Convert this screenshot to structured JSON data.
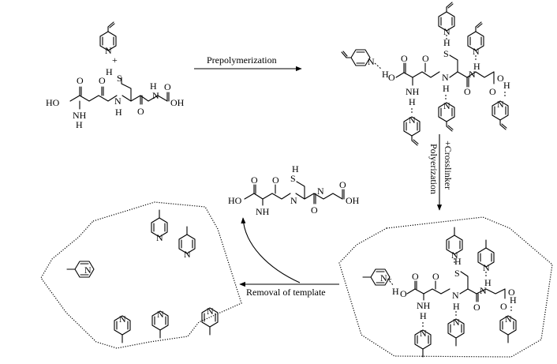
{
  "labels": {
    "prepolymerization": "Prepolymerization",
    "crosslinker": "+Crosslinker",
    "polymerization": "Polyerization",
    "removal": "Removal of template"
  },
  "atoms": {
    "H": "H",
    "N": "N",
    "O": "O",
    "S": "S",
    "HO": "HO",
    "OH": "OH",
    "NH": "NH",
    "plus": "+"
  }
}
